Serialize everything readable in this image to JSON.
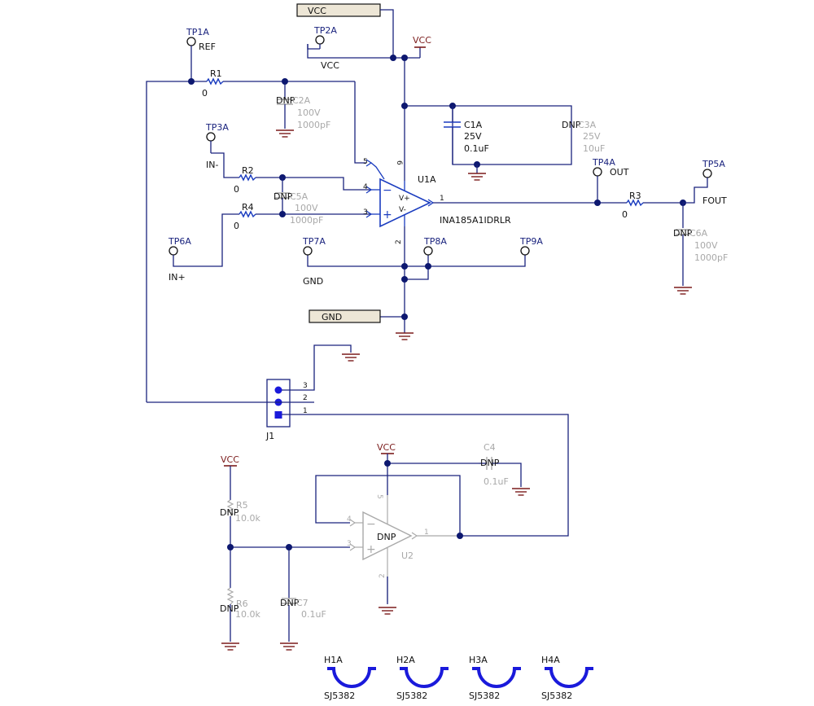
{
  "nets": {
    "vcc_port": "VCC",
    "gnd_port": "GND",
    "vcc_symbol": "VCC",
    "vcc_u2": "VCC",
    "vcc_r5": "VCC"
  },
  "testpoints": {
    "tp1": {
      "ref": "TP1A",
      "net": "REF"
    },
    "tp2": {
      "ref": "TP2A",
      "net": "VCC"
    },
    "tp3": {
      "ref": "TP3A",
      "net": "IN-"
    },
    "tp4": {
      "ref": "TP4A",
      "net": "OUT"
    },
    "tp5": {
      "ref": "TP5A",
      "net": "FOUT"
    },
    "tp6": {
      "ref": "TP6A",
      "net": "IN+"
    },
    "tp7": {
      "ref": "TP7A",
      "net": "GND"
    },
    "tp8": {
      "ref": "TP8A"
    },
    "tp9": {
      "ref": "TP9A"
    }
  },
  "resistors": {
    "r1": {
      "ref": "R1",
      "value": "0"
    },
    "r2": {
      "ref": "R2",
      "value": "0"
    },
    "r3": {
      "ref": "R3",
      "value": "0"
    },
    "r4": {
      "ref": "R4",
      "value": "0"
    },
    "r5": {
      "ref": "R5",
      "value": "10.0k",
      "dnp": "DNP"
    },
    "r6": {
      "ref": "R6",
      "value": "10.0k",
      "dnp": "DNP"
    }
  },
  "capacitors": {
    "c1": {
      "ref": "C1A",
      "voltage": "25V",
      "value": "0.1uF"
    },
    "c2": {
      "ref": "C2A",
      "voltage": "100V",
      "value": "1000pF",
      "dnp": "DNP"
    },
    "c3": {
      "ref": "C3A",
      "voltage": "25V",
      "value": "10uF",
      "dnp": "DNP"
    },
    "c4": {
      "ref": "C4",
      "value": "0.1uF",
      "dnp": "DNP"
    },
    "c5": {
      "ref": "C5A",
      "voltage": "100V",
      "value": "1000pF",
      "dnp": "DNP"
    },
    "c6": {
      "ref": "C6A",
      "voltage": "100V",
      "value": "1000pF",
      "dnp": "DNP"
    },
    "c7": {
      "ref": "C7",
      "value": "0.1uF",
      "dnp": "DNP"
    }
  },
  "u1": {
    "ref": "U1A",
    "part": "INA185A1IDRLR",
    "pin_vplus": "V+",
    "pin_vminus": "V-",
    "pin_minus": "−",
    "pin_plus": "+",
    "pins": {
      "p1": "1",
      "p2": "2",
      "p3": "3",
      "p4": "4",
      "p5": "5",
      "p6": "6"
    }
  },
  "u2": {
    "ref": "U2",
    "dnp": "DNP",
    "pin_minus": "−",
    "pin_plus": "+",
    "pins": {
      "p1": "1",
      "p2": "2",
      "p3": "3",
      "p4": "4",
      "p5": "5"
    }
  },
  "j1": {
    "ref": "J1",
    "pins": {
      "p1": "1",
      "p2": "2",
      "p3": "3"
    }
  },
  "holes": [
    {
      "ref": "H1A",
      "part": "SJ5382"
    },
    {
      "ref": "H2A",
      "part": "SJ5382"
    },
    {
      "ref": "H3A",
      "part": "SJ5382"
    },
    {
      "ref": "H4A",
      "part": "SJ5382"
    }
  ]
}
